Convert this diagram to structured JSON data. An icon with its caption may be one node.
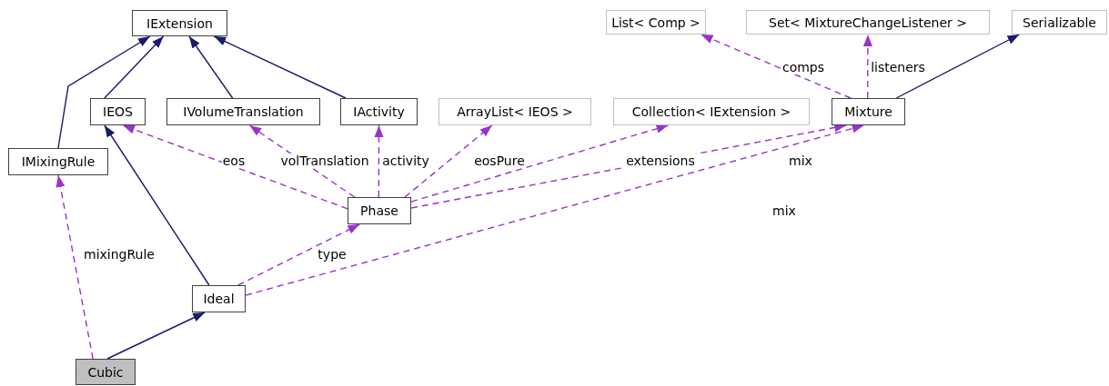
{
  "diagram": {
    "nodes": [
      {
        "text": [
          "IExtension"
        ]
      },
      {
        "text": [
          "List< Comp >"
        ]
      },
      {
        "text": [
          "Set< MixtureChangeListener >"
        ]
      },
      {
        "text": [
          "Serializable"
        ]
      },
      {
        "text": [
          "IEOS"
        ]
      },
      {
        "text": [
          "IVolumeTranslation"
        ]
      },
      {
        "text": [
          "IActivity"
        ]
      },
      {
        "text": [
          "ArrayList< IEOS >"
        ]
      },
      {
        "text": [
          "Collection< IExtension >"
        ]
      },
      {
        "text": [
          "Mixture"
        ]
      },
      {
        "text": [
          "IMixingRule"
        ]
      },
      {
        "text": [
          "Phase"
        ]
      },
      {
        "text": [
          "Ideal"
        ]
      },
      {
        "text": [
          "Cubic"
        ]
      }
    ],
    "edges": [
      {
        "from": 4,
        "to": 0,
        "arrow": "to",
        "color": "#191970"
      },
      {
        "from": 5,
        "to": 0,
        "arrow": "to",
        "color": "#191970"
      },
      {
        "from": 6,
        "to": 0,
        "arrow": "to",
        "color": "#191970"
      },
      {
        "from": 10,
        "to": 0,
        "arrow": "to",
        "color": "#191970"
      },
      {
        "from": 9,
        "to": 3,
        "arrow": "to",
        "color": "#191970"
      },
      {
        "from": 12,
        "to": 4,
        "arrow": "to",
        "color": "#191970"
      },
      {
        "from": 13,
        "to": 12,
        "arrow": "to",
        "color": "#191970"
      },
      {
        "from": 9,
        "to": 1,
        "arrow": "to",
        "label": "comps",
        "style": "dashed"
      },
      {
        "from": 9,
        "to": 2,
        "arrow": "to",
        "label": "listeners",
        "style": "dashed"
      },
      {
        "from": 11,
        "to": 4,
        "arrow": "to",
        "label": "eos",
        "style": "dashed"
      },
      {
        "from": 11,
        "to": 5,
        "arrow": "to",
        "label": "volTranslation",
        "style": "dashed"
      },
      {
        "from": 11,
        "to": 6,
        "arrow": "to",
        "label": "activity",
        "style": "dashed"
      },
      {
        "from": 11,
        "to": 7,
        "arrow": "to",
        "label": "eosPure",
        "style": "dashed"
      },
      {
        "from": 11,
        "to": 8,
        "arrow": "to",
        "label": "extensions",
        "style": "dashed"
      },
      {
        "from": 11,
        "to": 9,
        "arrow": "to",
        "label": "mix",
        "style": "dashed"
      },
      {
        "from": 12,
        "to": 9,
        "arrow": "to",
        "label": "mix",
        "style": "dashed"
      },
      {
        "from": 12,
        "to": 11,
        "arrow": "to",
        "label": "type",
        "style": "dashed"
      },
      {
        "from": 13,
        "to": 10,
        "arrow": "to",
        "label": "mixingRule",
        "style": "dashed"
      }
    ]
  }
}
